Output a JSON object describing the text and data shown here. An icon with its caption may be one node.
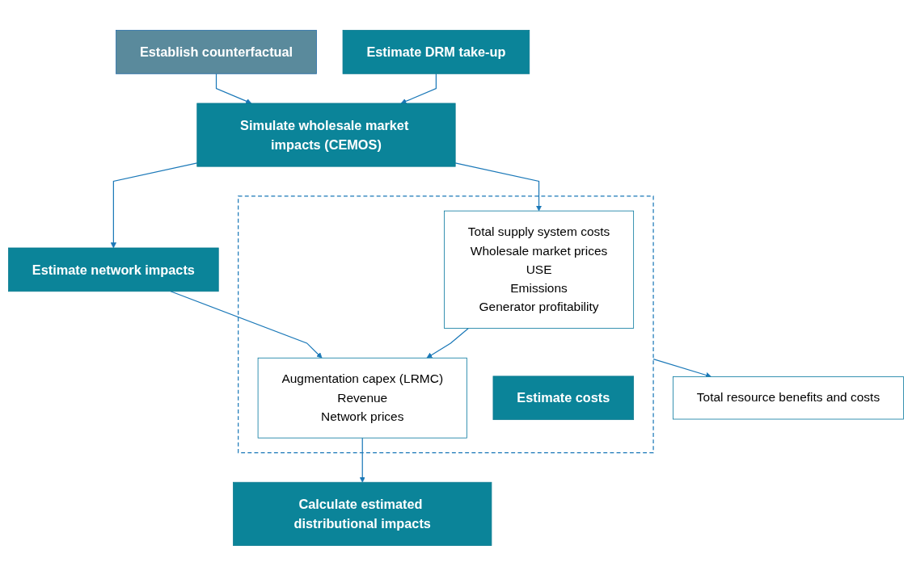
{
  "diagram": {
    "nodes": [
      {
        "text": [
          "Establish counterfactual"
        ]
      },
      {
        "text": [
          "Estimate DRM take-up"
        ]
      },
      {
        "text": [
          "Simulate wholesale market impacts (CEMOS)"
        ]
      },
      {
        "text": [
          "Estimate network impacts"
        ]
      },
      {
        "text": [],
        "shape": "box"
      },
      {
        "text": [
          "Total supply system costs",
          "Wholesale market prices",
          "USE",
          "Emissions",
          "Generator profitability"
        ],
        "in": 4
      },
      {
        "text": [
          "Augmentation capex (LRMC)",
          "Revenue",
          "Network prices"
        ],
        "in": 4
      },
      {
        "text": [
          "Estimate costs"
        ],
        "in": 4
      },
      {
        "text": [
          "Calculate estimated distributional impacts"
        ]
      },
      {
        "text": [
          "Total resource benefits and costs"
        ]
      }
    ],
    "edges": [
      {
        "from": 0,
        "to": 2,
        "arrow": "to"
      },
      {
        "from": 1,
        "to": 2,
        "arrow": "to"
      },
      {
        "from": 2,
        "to": 3,
        "arrow": "to"
      },
      {
        "from": 2,
        "to": 5,
        "arrow": "to"
      },
      {
        "from": 3,
        "to": 6,
        "arrow": "to"
      },
      {
        "from": 5,
        "to": 6,
        "arrow": "to"
      },
      {
        "from": 6,
        "to": 8,
        "arrow": "to"
      },
      {
        "from": 4,
        "to": 9,
        "arrow": "to"
      }
    ]
  }
}
